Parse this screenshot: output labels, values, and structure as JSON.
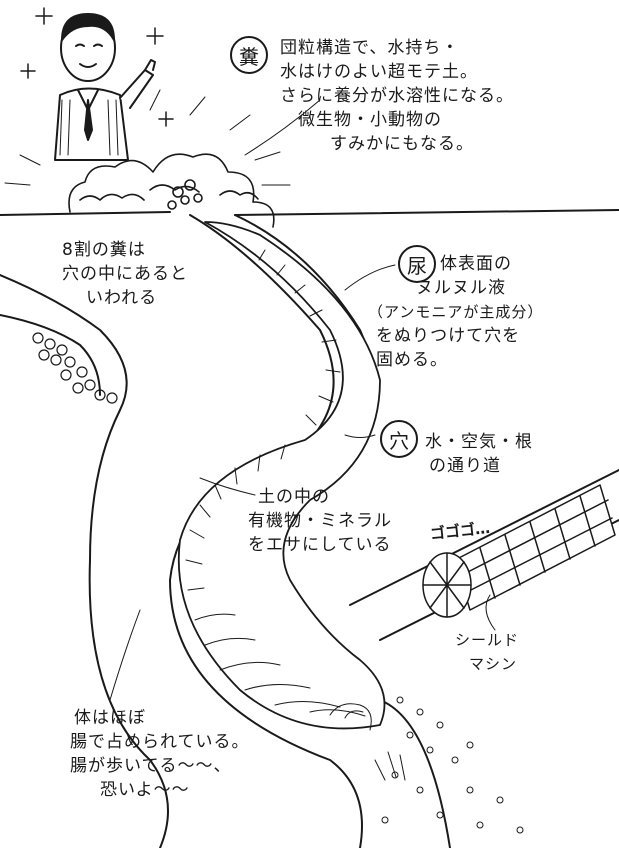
{
  "annotations": {
    "feces": {
      "badge": "糞",
      "lines": [
        "団粒構造で、水持ち・",
        "水はけのよい超モテ土。",
        "さらに養分が水溶性になる。",
        "微生物・小動物の",
        "すみかにもなる。"
      ]
    },
    "burrow_feces": {
      "lines": [
        "8割の糞は",
        "穴の中にあると",
        "いわれる"
      ]
    },
    "urine": {
      "badge": "尿",
      "lines": [
        "体表面の",
        "ヌルヌル液",
        "（アンモニアが主成分）",
        "をぬりつけて穴を",
        "固める。"
      ]
    },
    "hole": {
      "badge": "穴",
      "lines": [
        "水・空気・根",
        "の通り道"
      ]
    },
    "food": {
      "lines": [
        "土の中の",
        "有機物・ミネラル",
        "をエサにしている"
      ]
    },
    "shield": {
      "sound": "ゴゴゴ…",
      "lines": [
        "シールド",
        "マシン"
      ]
    },
    "gut": {
      "lines": [
        "体はほぼ",
        "腸で占められている。",
        "腸が歩いてる〜〜、",
        "恐いよ〜〜"
      ]
    }
  }
}
